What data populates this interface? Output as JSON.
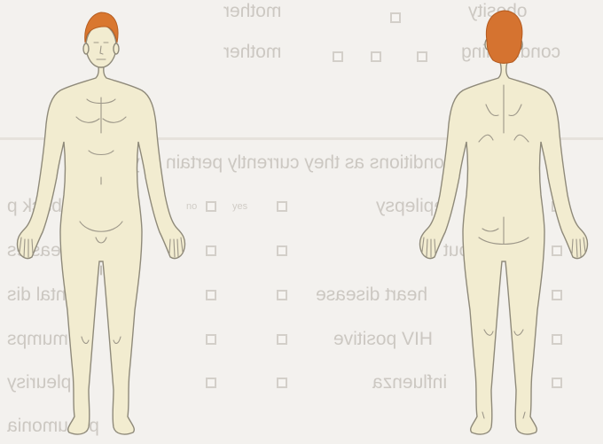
{
  "background_form": {
    "header_rows": [
      {
        "words": [
          "obesity",
          "mother"
        ]
      },
      {
        "words": [
          "conditioning",
          "mother"
        ]
      }
    ],
    "instruction": "conditions as they currently pertain to you.",
    "checkbox_labels": {
      "yes": "yes",
      "no": "no"
    },
    "conditions_middle": [
      "epilepsy",
      "gout",
      "heart disease",
      "HIV positive",
      "influenza"
    ],
    "conditions_left": [
      "low back p",
      "measles",
      "mental dis",
      "mumps",
      "pleurisy",
      "pneumonia"
    ]
  },
  "figures": [
    {
      "name": "front-view",
      "hair_color": "#d9772f",
      "skin_color": "#f2ecd0"
    },
    {
      "name": "back-view",
      "hair_color": "#d57330",
      "skin_color": "#f2ecd0"
    }
  ]
}
